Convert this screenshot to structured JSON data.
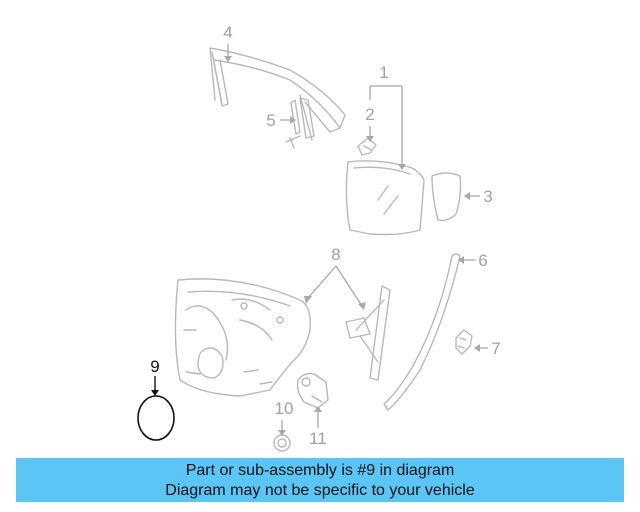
{
  "callouts": {
    "c1": "1",
    "c2": "2",
    "c3": "3",
    "c4": "4",
    "c5": "5",
    "c6": "6",
    "c7": "7",
    "c8": "8",
    "c9": "9",
    "c10": "10",
    "c11": "11"
  },
  "highlighted_part": "9",
  "colors": {
    "banner": "#5bc6f6",
    "part_stroke": "#b8b8b8",
    "highlight": "#111111"
  },
  "banner": {
    "line1": "Part or sub-assembly is #9 in diagram",
    "line2": "Diagram may not be specific to your vehicle"
  }
}
